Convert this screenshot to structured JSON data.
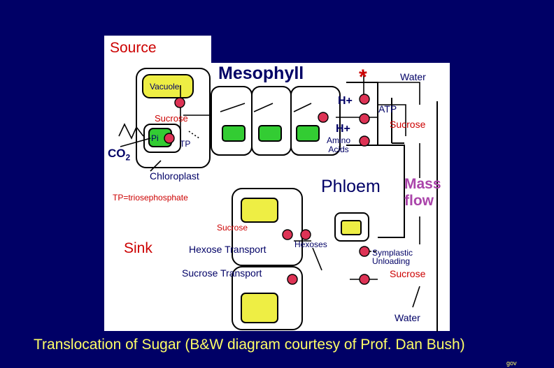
{
  "labels": {
    "source": "Source",
    "mesophyll": "Mesophyll",
    "asterisk": "*",
    "water_top": "Water",
    "vacuole": "Vacuole",
    "h_plus_1": "H+",
    "atp": "ATP",
    "sucrose_meso": "Sucrose",
    "h_plus_2": "H+",
    "sucrose_right": "Sucrose",
    "pi": "Pi",
    "tp": "TP",
    "amino_acids": "Amino\nAcids",
    "co2": "CO",
    "co2_sub": "2",
    "chloroplast": "Chloroplast",
    "phloem": "Phloem",
    "mass_flow": "Mass\nflow",
    "tp_definition": "TP=triosephosphate",
    "sucrose_sink": "Sucrose",
    "sink": "Sink",
    "hexose_transport": "Hexose Transport",
    "hexoses": "Hexoses",
    "symplastic_unloading": "Symplastic\nUnloading",
    "sucrose_transport": "Sucrose Transport",
    "sucrose_lower": "Sucrose",
    "water_bottom": "Water"
  },
  "caption": "Translocation of Sugar (B&W diagram courtesy of Prof. Dan Bush)",
  "footnote": "gov",
  "colors": {
    "background": "#000066",
    "panel": "#ffffff",
    "yellow_organelle": "#eeee44",
    "green_chloroplast": "#33cc33",
    "carrier_red": "#dd3355",
    "label_red": "#cc0000",
    "label_blue": "#000066",
    "mass_flow": "#aa44aa",
    "caption": "#ffff66"
  }
}
